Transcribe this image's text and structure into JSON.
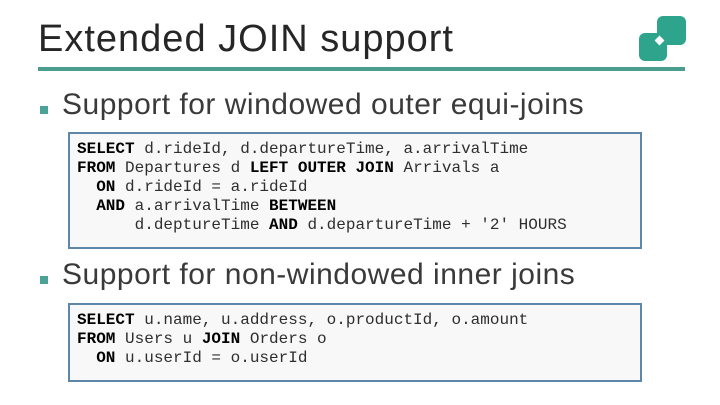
{
  "theme": {
    "accent_teal": "#2FA48D",
    "underline_teal": "#4A9E8E",
    "marker_teal": "#4AA396",
    "code_border": "#5E86A8",
    "code_bg": "#F8F8F8",
    "title_color": "#262626",
    "body_color": "#3A3A3A",
    "code_color": "#2E2E2E"
  },
  "slide": {
    "title": "Extended JOIN support",
    "logo_icon": "overlapping-squares-icon"
  },
  "bullets": [
    {
      "label": "Support for windowed outer equi-joins",
      "code_lines": [
        [
          {
            "t": "SELECT",
            "b": true
          },
          {
            "t": " d.rideId, d.departureTime, a.arrivalTime"
          }
        ],
        [
          {
            "t": "FROM",
            "b": true
          },
          {
            "t": " Departures d "
          },
          {
            "t": "LEFT OUTER JOIN",
            "b": true
          },
          {
            "t": " Arrivals a"
          }
        ],
        [
          {
            "t": "  "
          },
          {
            "t": "ON",
            "b": true
          },
          {
            "t": " d.rideId = a.rideId"
          }
        ],
        [
          {
            "t": "  "
          },
          {
            "t": "AND",
            "b": true
          },
          {
            "t": " a.arrivalTime "
          },
          {
            "t": "BETWEEN",
            "b": true
          }
        ],
        [
          {
            "t": "      d.deptureTime "
          },
          {
            "t": "AND",
            "b": true
          },
          {
            "t": " d.departureTime + '2' HOURS"
          }
        ]
      ]
    },
    {
      "label": "Support for non-windowed inner joins",
      "code_lines": [
        [
          {
            "t": "SELECT",
            "b": true
          },
          {
            "t": " u.name, u.address, o.productId, o.amount"
          }
        ],
        [
          {
            "t": "FROM",
            "b": true
          },
          {
            "t": " Users u "
          },
          {
            "t": "JOIN",
            "b": true
          },
          {
            "t": " Orders o"
          }
        ],
        [
          {
            "t": "  "
          },
          {
            "t": "ON",
            "b": true
          },
          {
            "t": " u.userId = o.userId"
          }
        ]
      ]
    }
  ]
}
